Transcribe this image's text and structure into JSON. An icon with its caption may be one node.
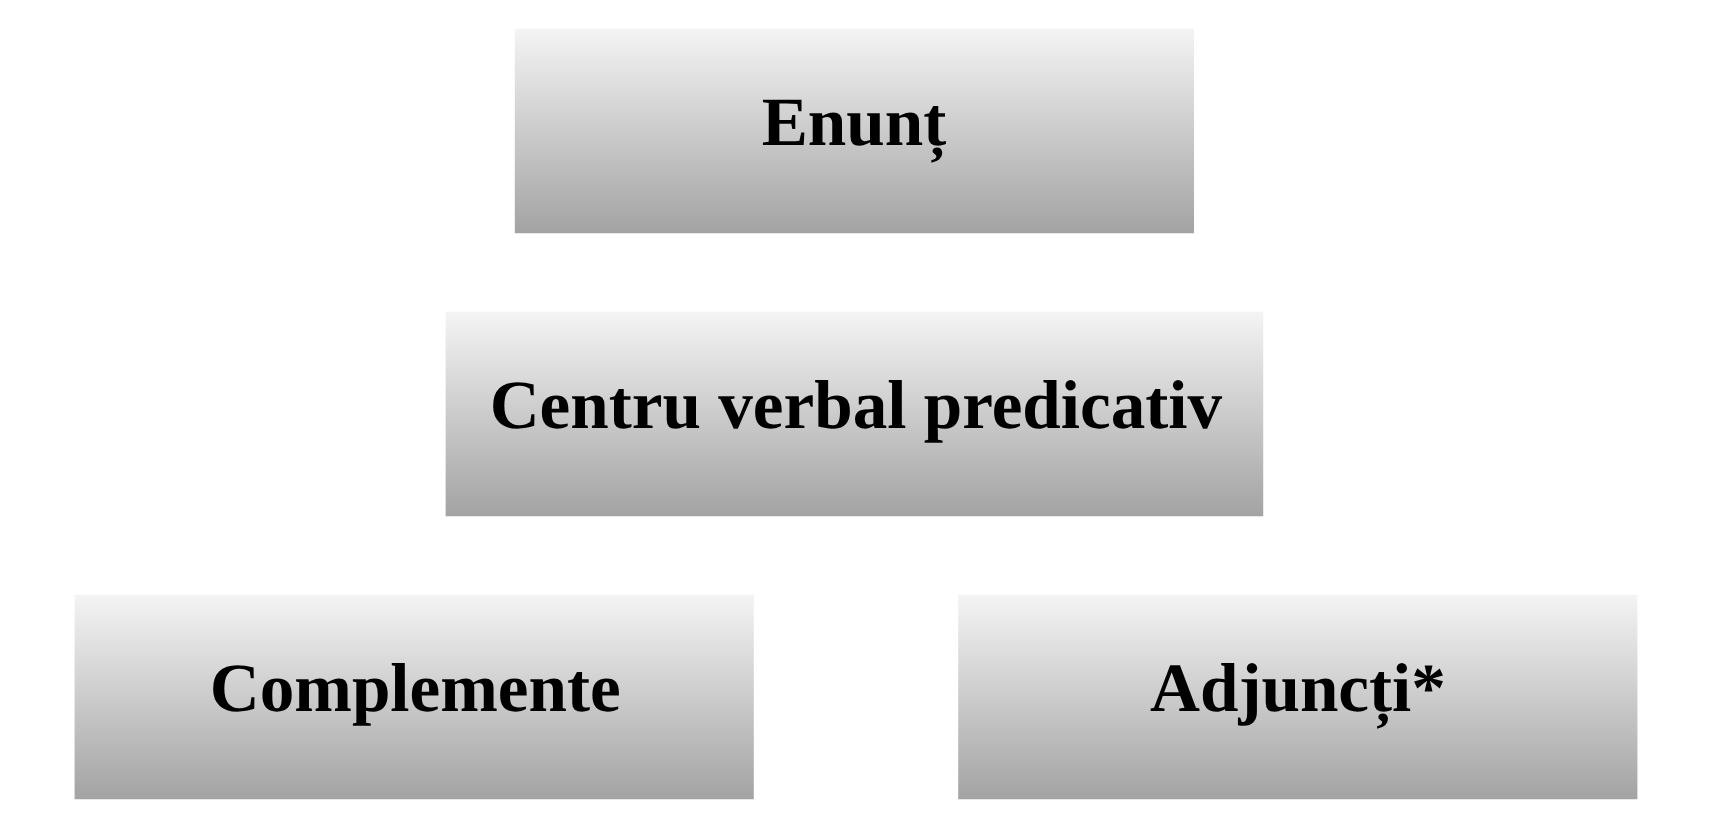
{
  "diagram": {
    "nodes": [
      {
        "text": [
          "Enunț"
        ]
      },
      {
        "text": [
          "Centru verbal predicativ"
        ]
      },
      {
        "text": [
          "Complemente"
        ]
      },
      {
        "text": [
          "Adjuncți*"
        ]
      }
    ]
  }
}
